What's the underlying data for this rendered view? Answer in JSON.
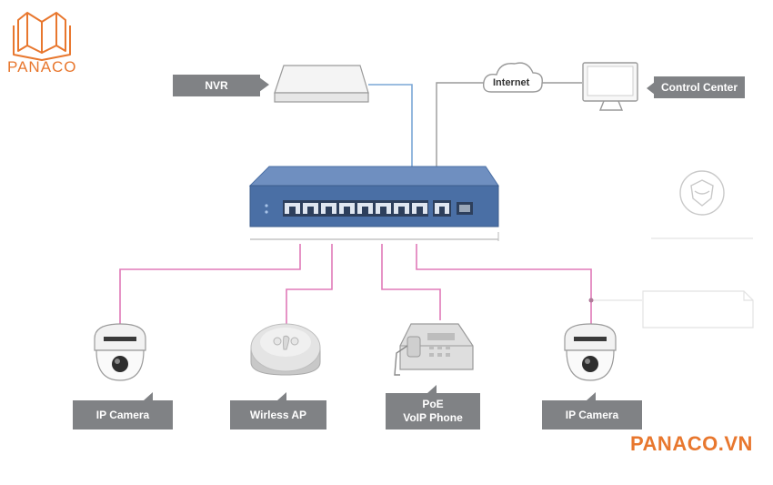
{
  "brand": {
    "logo_text": "PANACO",
    "website": "PANACO.VN",
    "color": "#e8772e"
  },
  "nodes": {
    "nvr": "NVR",
    "internet": "Internet",
    "control_center": "Control Center",
    "ip_camera_left": "IP Camera",
    "wireless_ap": "Wirless AP",
    "voip_phone_line1": "PoE",
    "voip_phone_line2": "VoIP Phone",
    "ip_camera_right": "IP Camera"
  },
  "colors": {
    "label_bg": "#808285",
    "poe_link": "#e07ab8",
    "uplink_blue": "#7aa7d6",
    "uplink_gray": "#9a9a9a",
    "switch_body": "#4a6fa5"
  },
  "icons": [
    "switch-icon",
    "nvr-device-icon",
    "cloud-icon",
    "monitor-icon",
    "dome-camera-icon",
    "wireless-ap-icon",
    "voip-phone-icon",
    "shield-icon"
  ]
}
